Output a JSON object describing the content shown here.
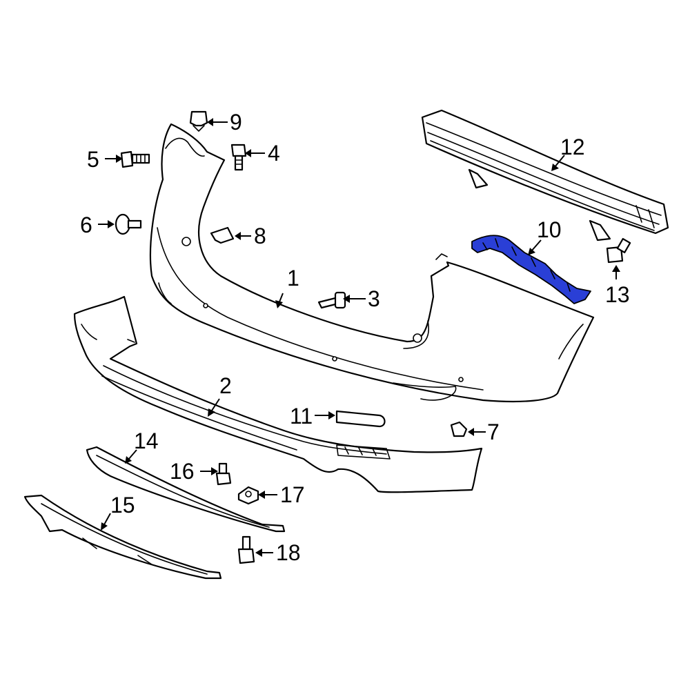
{
  "diagram": {
    "highlight_color": "#2a3fd6",
    "highlighted_part": "10",
    "callouts": {
      "c1": "1",
      "c2": "2",
      "c3": "3",
      "c4": "4",
      "c5": "5",
      "c6": "6",
      "c7": "7",
      "c8": "8",
      "c9": "9",
      "c10": "10",
      "c11": "11",
      "c12": "12",
      "c13": "13",
      "c14": "14",
      "c15": "15",
      "c16": "16",
      "c17": "17",
      "c18": "18"
    }
  }
}
